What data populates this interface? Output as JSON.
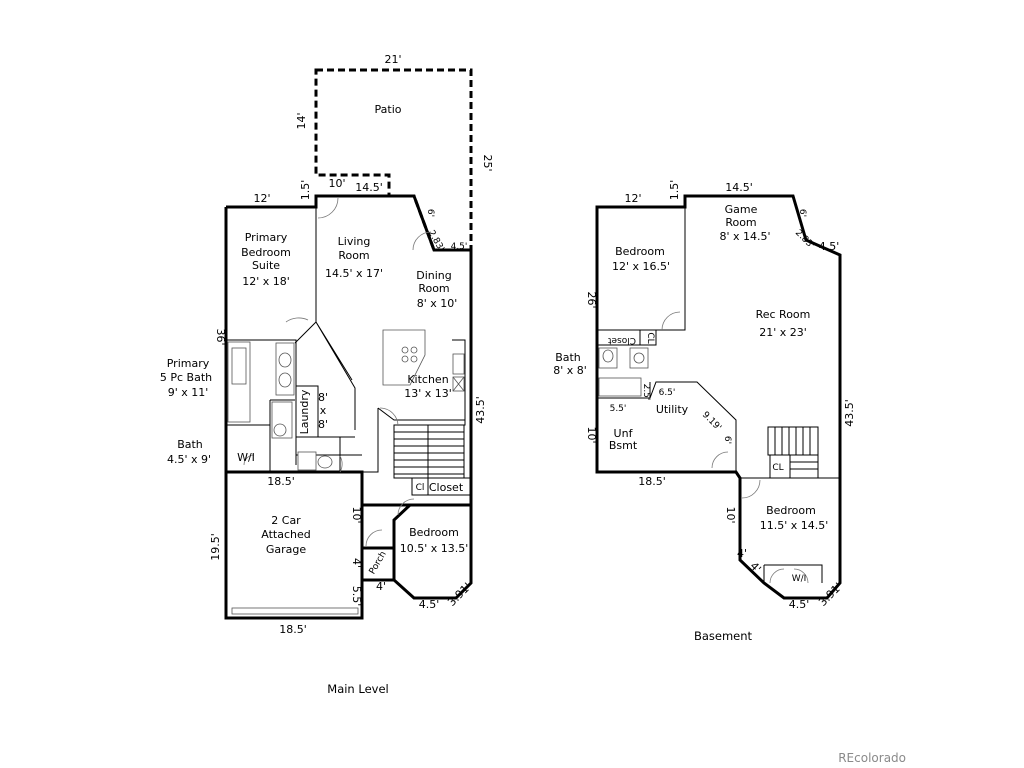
{
  "main_level": {
    "caption": "Main Level",
    "rooms": {
      "patio": "Patio",
      "primary_suite": [
        "Primary",
        "Bedroom",
        "Suite",
        "12' x 18'"
      ],
      "living": [
        "Living",
        "Room",
        "14.5' x 17'"
      ],
      "dining": [
        "Dining",
        "Room",
        "8' x 10'"
      ],
      "kitchen": [
        "Kitchen",
        "13' x 13'"
      ],
      "laundry": "Laundry",
      "laundry_size": [
        "8'",
        "x",
        "8'"
      ],
      "primary_bath": [
        "Primary",
        "5 Pc  Bath",
        "9' x 11'"
      ],
      "bath": [
        "Bath",
        "4.5' x 9'"
      ],
      "wi": "W/I",
      "closet": "Closet",
      "cl": "Cl",
      "bedroom": [
        "Bedroom",
        "10.5' x 13.5'"
      ],
      "garage": [
        "2 Car",
        "Attached",
        "Garage"
      ],
      "porch": "Porch"
    },
    "dims": {
      "patio_top": "21'",
      "patio_left": "14'",
      "patio_right": "25'",
      "patio_bottom_left": "10'",
      "patio_bottom_mid": "14.5'",
      "patio_diag": "2.83'",
      "patio_br": "4.5'",
      "patio_six": "6'",
      "top_left": "12'",
      "step": "1.5'",
      "left_height": "36'",
      "right_height": "43.5'",
      "garage_top": "18.5'",
      "garage_left": "19.5'",
      "garage_bottom": "18.5'",
      "garage_right_top": "10'",
      "garage_right_mid": "4'",
      "garage_right_bottom": "5.5'",
      "porch_bottom": "4'",
      "bed_bottom": "4.5'",
      "bed_diag": "3.91'"
    }
  },
  "basement": {
    "caption": "Basement",
    "rooms": {
      "bedroom1": [
        "Bedroom",
        "12' x 16.5'"
      ],
      "game": [
        "Game",
        "Room",
        "8' x 14.5'"
      ],
      "rec": [
        "Rec Room",
        "21' x 23'"
      ],
      "closet": "Closet",
      "cl": "CL",
      "bath": [
        "Bath",
        "8' x 8'"
      ],
      "utility": "Utility",
      "unf": [
        "Unf",
        "Bsmt"
      ],
      "bedroom2": [
        "Bedroom",
        "11.5' x 14.5'"
      ],
      "wi": "W/I",
      "stair_cl": "CL"
    },
    "dims": {
      "top_left": "12'",
      "step": "1.5'",
      "top_mid": "14.5'",
      "six": "6'",
      "diag": "2.83'",
      "right_small": "4.5'",
      "left_height": "26'",
      "right_height": "43.5'",
      "utility_25": "2.5'",
      "utility_65": "6.5'",
      "utility_55": "5.5'",
      "utility_919": "9.19'",
      "utility_6": "6'",
      "unf_left": "10'",
      "unf_bottom": "18.5'",
      "bed2_left": "10'",
      "bed2_4a": "4'",
      "bed2_4b": "4'",
      "bed2_bottom": "4.5'",
      "bed2_diag": "3.91'"
    }
  },
  "watermark": "REcolorado"
}
